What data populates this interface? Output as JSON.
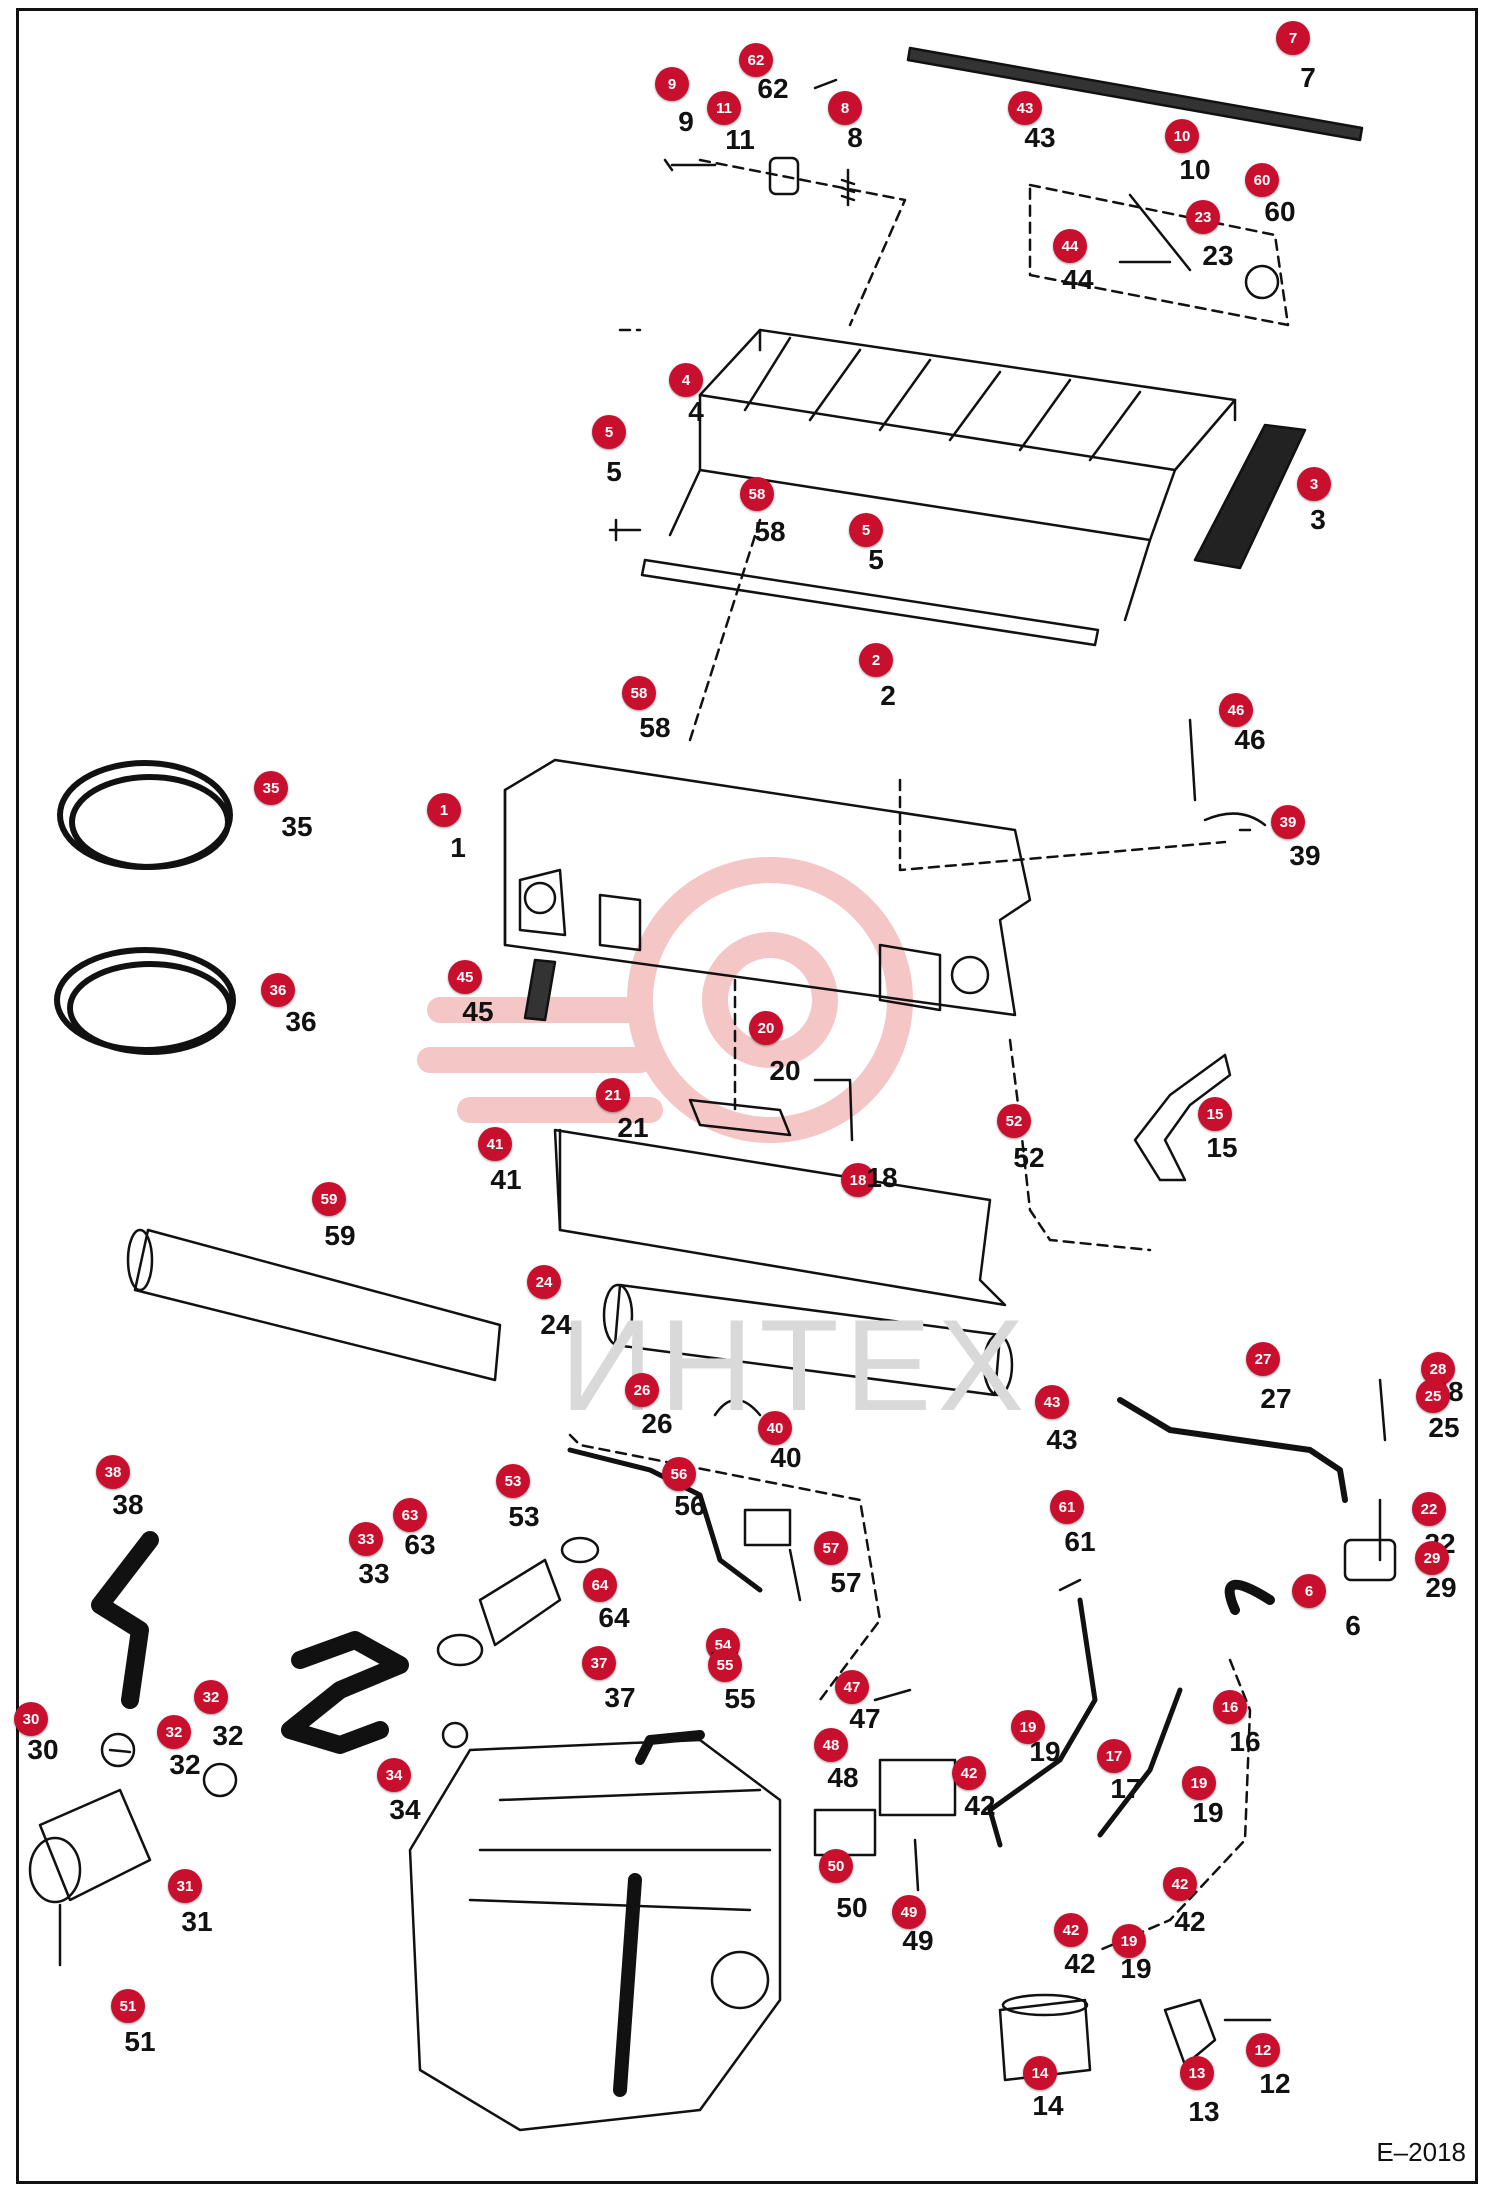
{
  "watermark_text": "ИНТЕХ",
  "figure_code": "E–2018",
  "colors": {
    "badge": "#c8102e",
    "line": "#111111",
    "watermark": "#f2b8b8"
  },
  "callouts": [
    {
      "id": "7",
      "label": "7"
    },
    {
      "id": "62",
      "label": "62"
    },
    {
      "id": "9",
      "label": "9"
    },
    {
      "id": "11",
      "label": "11"
    },
    {
      "id": "8",
      "label": "8"
    },
    {
      "id": "43a",
      "label": "43"
    },
    {
      "id": "10",
      "label": "10"
    },
    {
      "id": "60",
      "label": "60"
    },
    {
      "id": "23",
      "label": "23"
    },
    {
      "id": "44",
      "label": "44"
    },
    {
      "id": "4",
      "label": "4"
    },
    {
      "id": "5a",
      "label": "5"
    },
    {
      "id": "58a",
      "label": "58"
    },
    {
      "id": "5b",
      "label": "5"
    },
    {
      "id": "3",
      "label": "3"
    },
    {
      "id": "2",
      "label": "2"
    },
    {
      "id": "58b",
      "label": "58"
    },
    {
      "id": "46",
      "label": "46"
    },
    {
      "id": "35",
      "label": "35"
    },
    {
      "id": "1",
      "label": "1"
    },
    {
      "id": "39",
      "label": "39"
    },
    {
      "id": "45",
      "label": "45"
    },
    {
      "id": "36",
      "label": "36"
    },
    {
      "id": "20",
      "label": "20"
    },
    {
      "id": "21",
      "label": "21"
    },
    {
      "id": "41",
      "label": "41"
    },
    {
      "id": "18",
      "label": "18"
    },
    {
      "id": "52",
      "label": "52"
    },
    {
      "id": "15",
      "label": "15"
    },
    {
      "id": "59",
      "label": "59"
    },
    {
      "id": "24",
      "label": "24"
    },
    {
      "id": "26",
      "label": "26"
    },
    {
      "id": "40",
      "label": "40"
    },
    {
      "id": "43b",
      "label": "43"
    },
    {
      "id": "27",
      "label": "27"
    },
    {
      "id": "28",
      "label": "28"
    },
    {
      "id": "25",
      "label": "25"
    },
    {
      "id": "38",
      "label": "38"
    },
    {
      "id": "53",
      "label": "53"
    },
    {
      "id": "56",
      "label": "56"
    },
    {
      "id": "63",
      "label": "63"
    },
    {
      "id": "33",
      "label": "33"
    },
    {
      "id": "57",
      "label": "57"
    },
    {
      "id": "64",
      "label": "64"
    },
    {
      "id": "54",
      "label": "54"
    },
    {
      "id": "55",
      "label": "55"
    },
    {
      "id": "61",
      "label": "61"
    },
    {
      "id": "22",
      "label": "22"
    },
    {
      "id": "29",
      "label": "29"
    },
    {
      "id": "6",
      "label": "6"
    },
    {
      "id": "37",
      "label": "37"
    },
    {
      "id": "47",
      "label": "47"
    },
    {
      "id": "30",
      "label": "30"
    },
    {
      "id": "32a",
      "label": "32"
    },
    {
      "id": "32b",
      "label": "32"
    },
    {
      "id": "19a",
      "label": "19"
    },
    {
      "id": "16",
      "label": "16"
    },
    {
      "id": "48",
      "label": "48"
    },
    {
      "id": "42a",
      "label": "42"
    },
    {
      "id": "17",
      "label": "17"
    },
    {
      "id": "34",
      "label": "34"
    },
    {
      "id": "19b",
      "label": "19"
    },
    {
      "id": "31",
      "label": "31"
    },
    {
      "id": "50",
      "label": "50"
    },
    {
      "id": "42b",
      "label": "42"
    },
    {
      "id": "49",
      "label": "49"
    },
    {
      "id": "42c",
      "label": "42"
    },
    {
      "id": "19c",
      "label": "19"
    },
    {
      "id": "51",
      "label": "51"
    },
    {
      "id": "14",
      "label": "14"
    },
    {
      "id": "13",
      "label": "13"
    },
    {
      "id": "12",
      "label": "12"
    }
  ]
}
